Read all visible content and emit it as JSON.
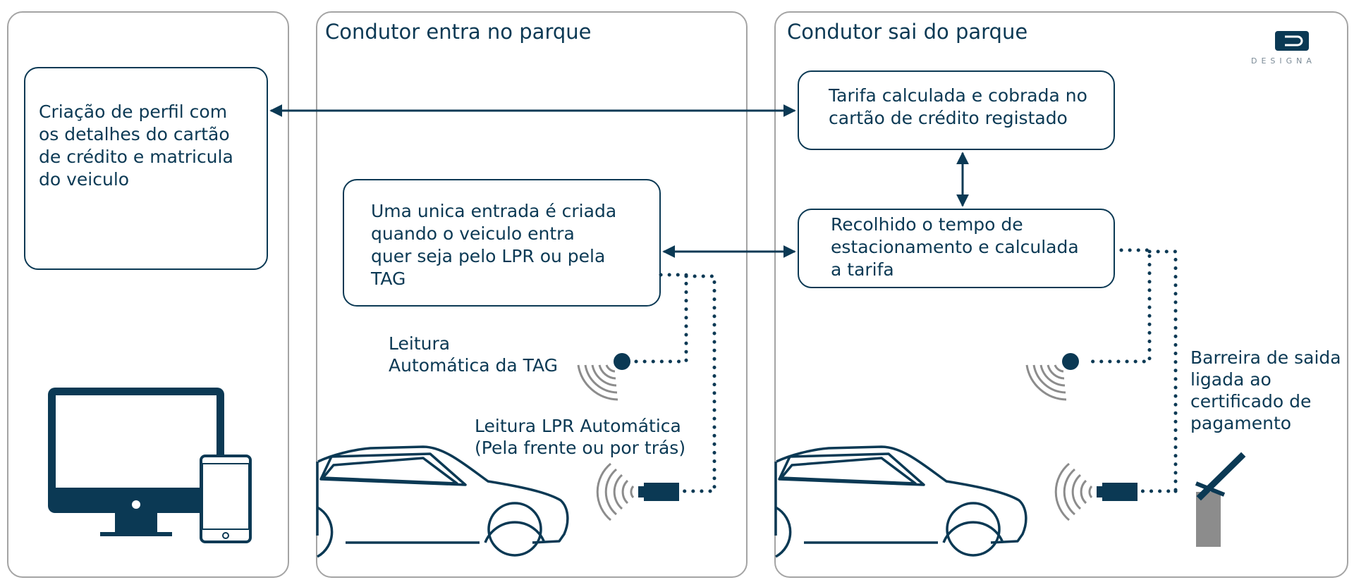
{
  "brand": {
    "name": "DESIGNA"
  },
  "colors": {
    "navy": "#0b3954",
    "panel_border": "#a4a4a4",
    "grey": "#8c8c8c"
  },
  "panels": {
    "account": {
      "title": ""
    },
    "entry": {
      "title": "Condutor entra no parque"
    },
    "exit": {
      "title": "Condutor sai do parque"
    }
  },
  "boxes": {
    "profile": "Criação de perfil com\nos detalhes do cartão\nde crédito e matricula\ndo veiculo",
    "entry_record": "Uma unica entrada é criada\nquando o veiculo entra\nquer seja pelo LPR ou pela\nTAG",
    "tariff_charged": "Tarifa calculada e cobrada no\ncartão de crédito registado",
    "parking_time": "Recolhido o tempo de\nestacionamento e calculada\na tarifa"
  },
  "labels": {
    "tag_reading": "Leitura\nAutomática  da TAG",
    "lpr_reading": "Leitura LPR Automática\n(Pela frente ou por trás)",
    "exit_barrier": "Barreira de saida\nligada ao\ncertificado de\npagamento"
  },
  "icons": [
    "monitor-icon",
    "smartphone-icon",
    "car-icon",
    "tag-reader-icon",
    "lpr-camera-icon",
    "wireless-signal-icon",
    "barrier-icon",
    "designa-logo"
  ]
}
